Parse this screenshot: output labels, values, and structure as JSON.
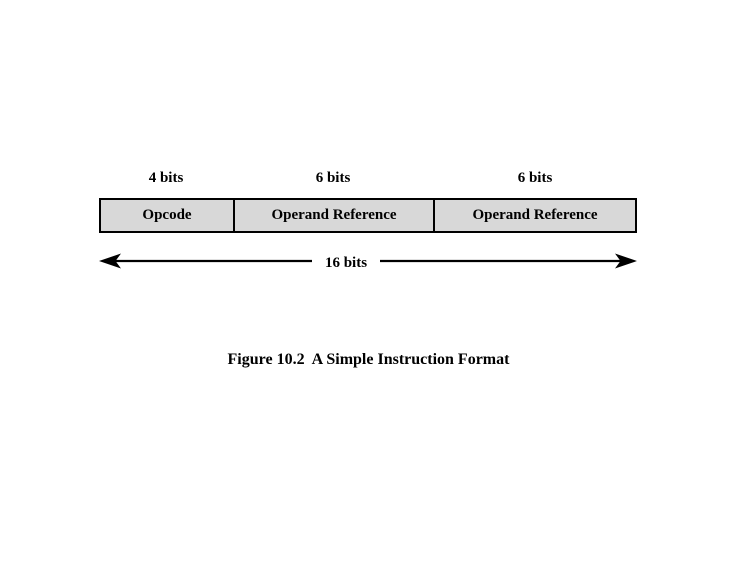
{
  "figure": {
    "caption": "Figure 10.2  A Simple Instruction Format",
    "total_bits": 16,
    "total_label": "16 bits",
    "fields": [
      {
        "label": "Opcode",
        "bits": "4 bits",
        "bit_width": 4
      },
      {
        "label": "Operand Reference",
        "bits": "6 bits",
        "bit_width": 6
      },
      {
        "label": "Operand Reference",
        "bits": "6 bits",
        "bit_width": 6
      }
    ],
    "colors": {
      "field_fill": "#d8d8d8",
      "stroke": "#000000",
      "background": "#ffffff"
    }
  }
}
